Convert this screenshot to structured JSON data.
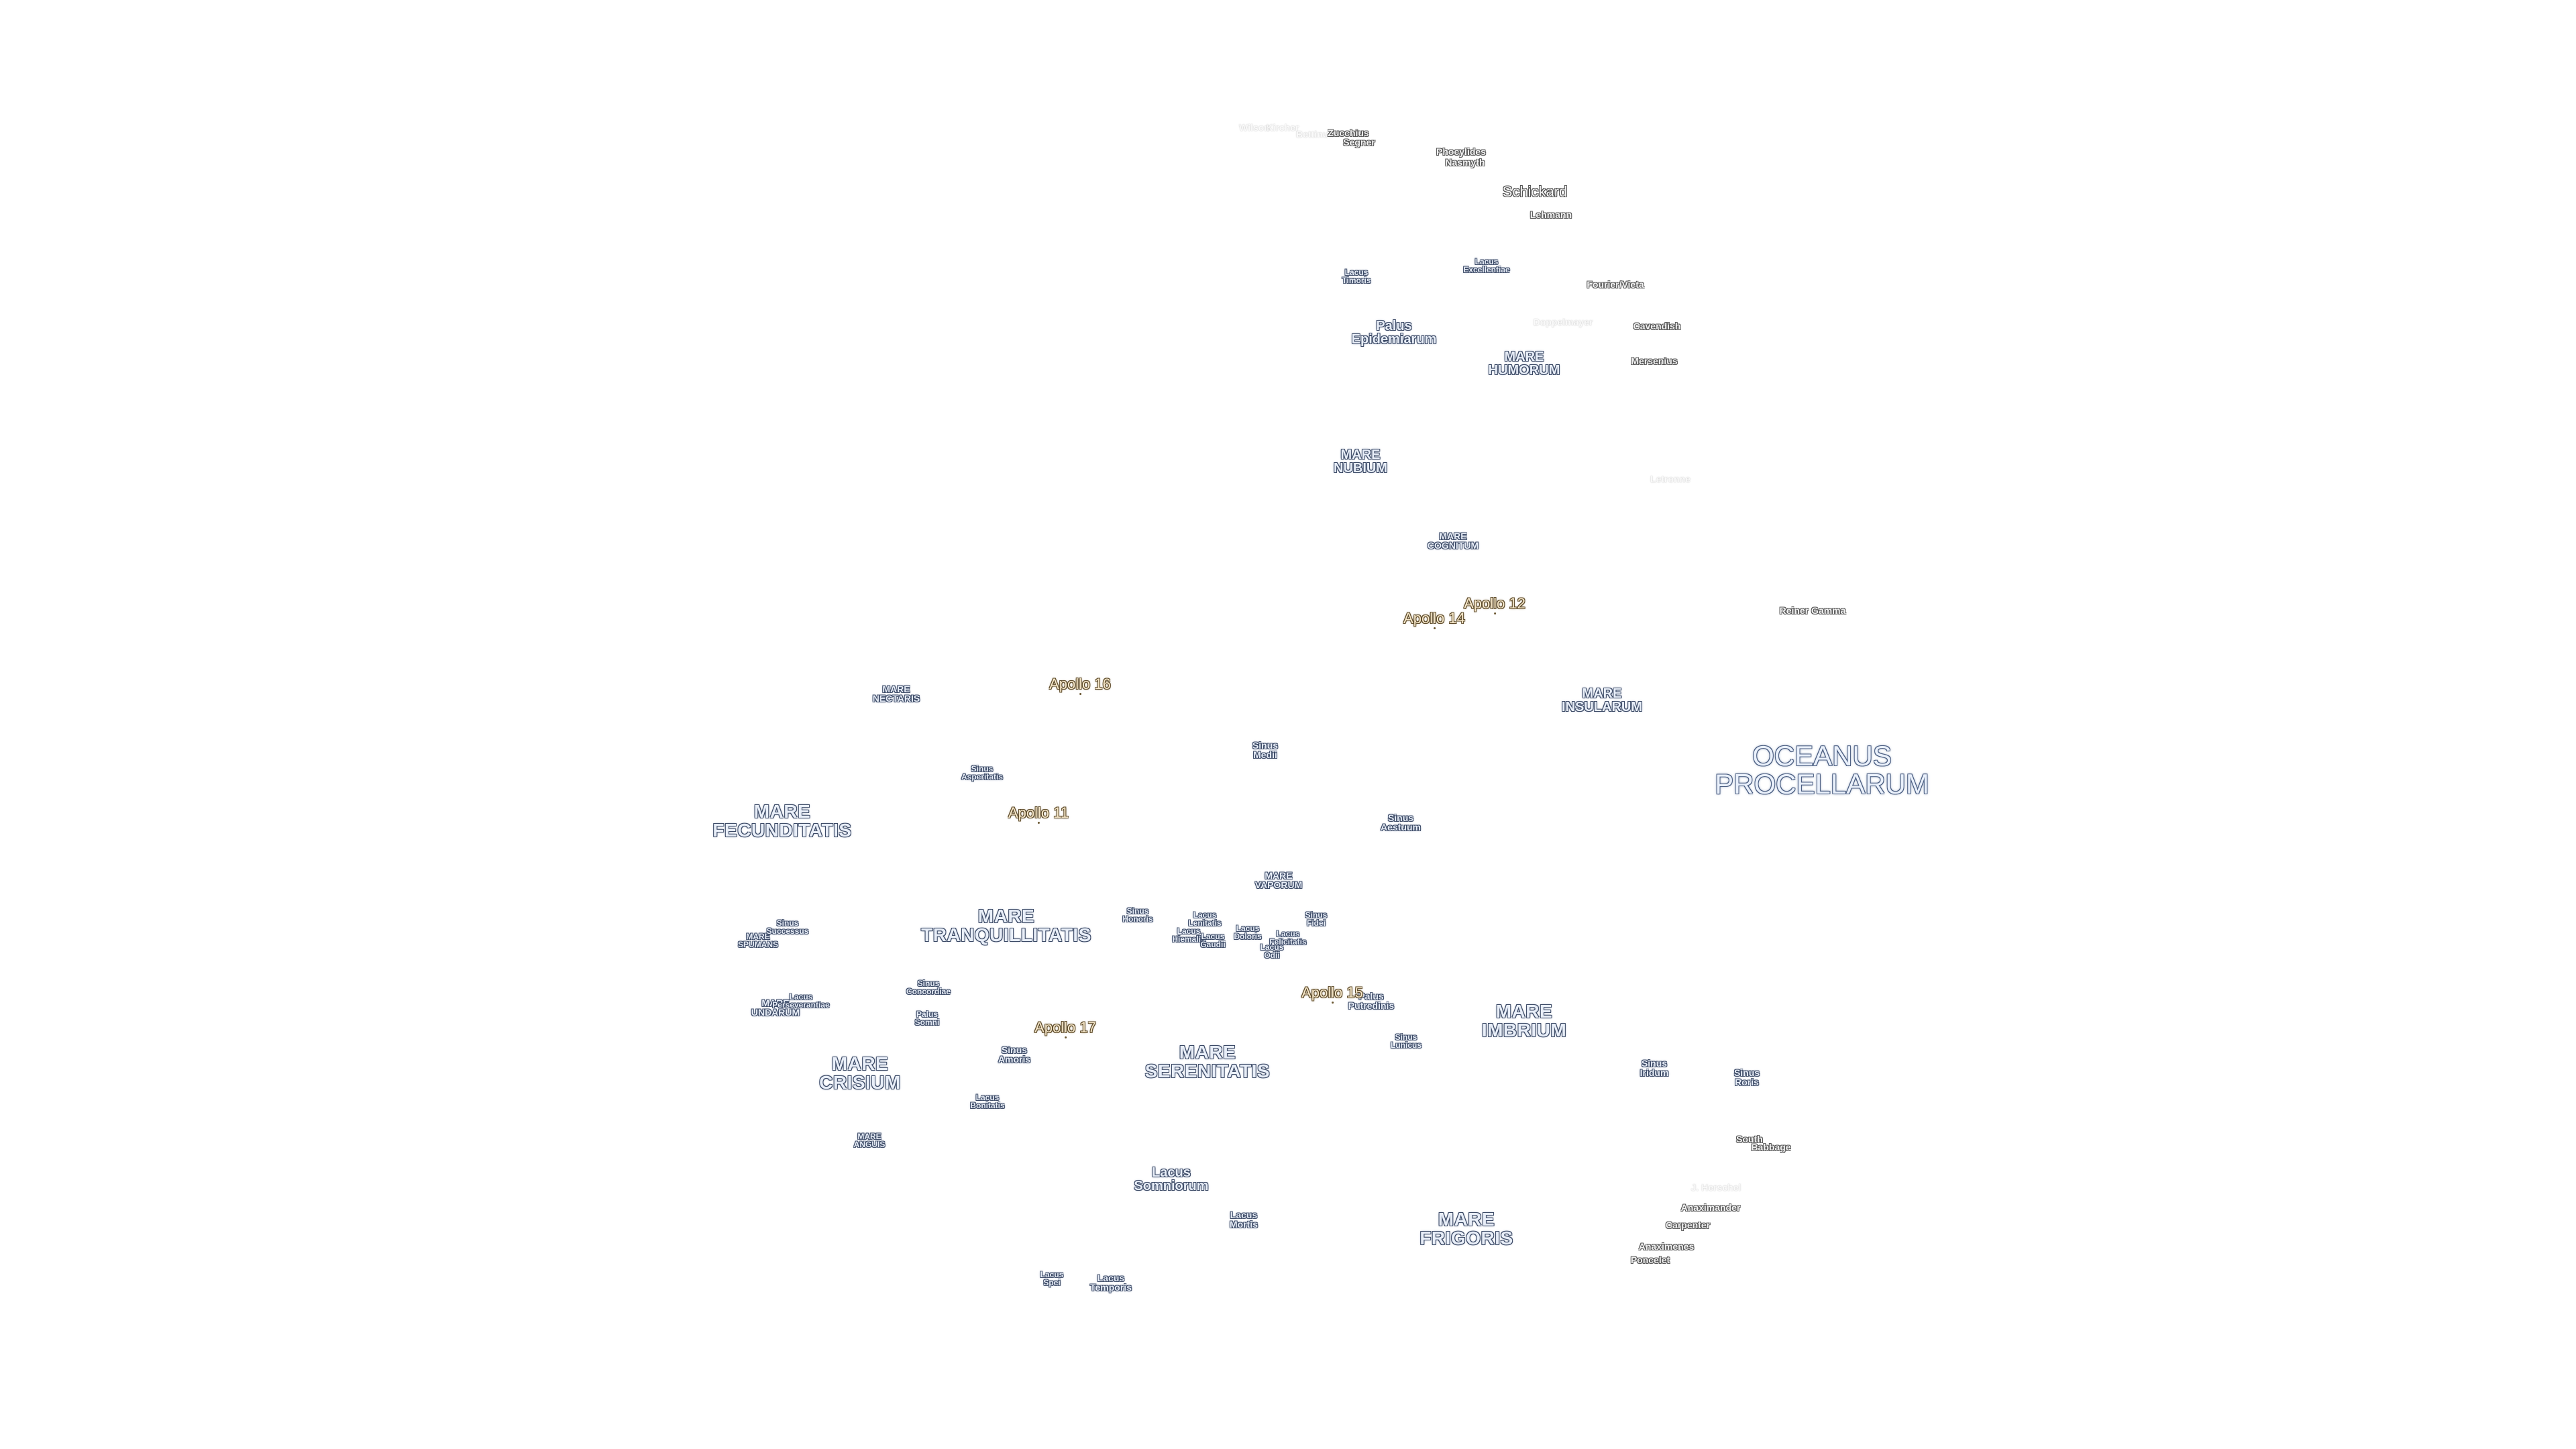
{
  "map": {
    "maria": {
      "oceanus_procellarum": [
        "OCEANUS",
        "PROCELLARUM"
      ],
      "mare_fecunditatis": [
        "MARE",
        "FECUNDITATIS"
      ],
      "mare_tranquillitatis": [
        "MARE",
        "TRANQUILLITATIS"
      ],
      "mare_serenitatis": [
        "MARE",
        "SERENITATIS"
      ],
      "mare_crisium": [
        "MARE",
        "CRISIUM"
      ],
      "mare_imbrium": [
        "MARE",
        "IMBRIUM"
      ],
      "mare_frigoris": [
        "MARE",
        "FRIGORIS"
      ],
      "mare_nubium": [
        "MARE",
        "NUBIUM"
      ],
      "mare_humorum": [
        "MARE",
        "HUMORUM"
      ],
      "mare_cognitum": [
        "MARE",
        "COGNITUM"
      ],
      "mare_insularum": [
        "MARE",
        "INSULARUM"
      ],
      "mare_nectaris": [
        "MARE",
        "NECTARIS"
      ],
      "mare_vaporum": [
        "MARE",
        "VAPORUM"
      ],
      "mare_spumans": [
        "MARE",
        "SPUMANS"
      ],
      "mare_undarum": [
        "MARE",
        "UNDARUM"
      ],
      "mare_anguis": [
        "MARE",
        "ANGUIS"
      ]
    },
    "minor": {
      "lacus_timoris": [
        "Lacus",
        "Timoris"
      ],
      "lacus_excellentiae": [
        "Lacus",
        "Excellentiae"
      ],
      "palus_epidemiarum": [
        "Palus",
        "Epidemiarum"
      ],
      "sinus_medii": [
        "Sinus",
        "Medii"
      ],
      "sinus_asperitatis": [
        "Sinus",
        "Asperitatis"
      ],
      "sinus_aestuum": [
        "Sinus",
        "Aestuum"
      ],
      "sinus_successus": [
        "Sinus",
        "Successus"
      ],
      "sinus_honoris": [
        "Sinus",
        "Honoris"
      ],
      "lacus_lenitatis": [
        "Lacus",
        "Lenitatis"
      ],
      "lacus_hiemalis": [
        "Lacus",
        "Hiemalis"
      ],
      "lacus_gaudii": [
        "Lacus",
        "Gaudii"
      ],
      "lacus_doloris": [
        "Lacus",
        "Doloris"
      ],
      "sinus_fidei": [
        "Sinus",
        "Fidei"
      ],
      "lacus_felicitatis": [
        "Lacus",
        "Felicitatis"
      ],
      "lacus_odii": [
        "Lacus",
        "Odii"
      ],
      "sinus_concordiae": [
        "Sinus",
        "Concordiae"
      ],
      "lacus_perseverantiae": [
        "Lacus",
        "Perseverantiae"
      ],
      "palus_somni": [
        "Palus",
        "Somni"
      ],
      "palus_putredinis": [
        "Palus",
        "Putredinis"
      ],
      "sinus_lunicus": [
        "Sinus",
        "Lunicus"
      ],
      "sinus_amoris": [
        "Sinus",
        "Amoris"
      ],
      "lacus_bonitatis": [
        "Lacus",
        "Bonitatis"
      ],
      "sinus_iridum": [
        "Sinus",
        "Iridum"
      ],
      "sinus_roris": [
        "Sinus",
        "Roris"
      ],
      "lacus_somniorum": [
        "Lacus",
        "Somniorum"
      ],
      "lacus_mortis": [
        "Lacus",
        "Mortis"
      ],
      "lacus_spei": [
        "Lacus",
        "Spei"
      ],
      "lacus_temporis": [
        "Lacus",
        "Temporis"
      ]
    },
    "apollo": {
      "a11": "Apollo 11",
      "a12": "Apollo 12",
      "a14": "Apollo 14",
      "a15": "Apollo 15",
      "a16": "Apollo 16",
      "a17": "Apollo 17"
    },
    "craters": {
      "schickard": "Schickard",
      "phocylides": "Phocylides",
      "nasmyth": "Nasmyth",
      "lehmann": "Lehmann",
      "fourier_vieta": "Fourier/Vieta",
      "cavendish": "Cavendish",
      "mersenius": "Mersenius",
      "letronne": "Letronne",
      "reiner_gamma": "Reiner Gamma",
      "wilson": "Wilson",
      "kircher": "Kircher",
      "bettinus": "Bettinus",
      "zucchius": "Zucchius",
      "segner": "Segner",
      "doppelmayer": "Doppelmayer",
      "south": "South",
      "babbage": "Babbage",
      "j_herschel": "J. Herschel",
      "anaximander": "Anaximander",
      "carpenter": "Carpenter",
      "anaximenes": "Anaximenes",
      "poncelet": "Poncelet"
    }
  }
}
